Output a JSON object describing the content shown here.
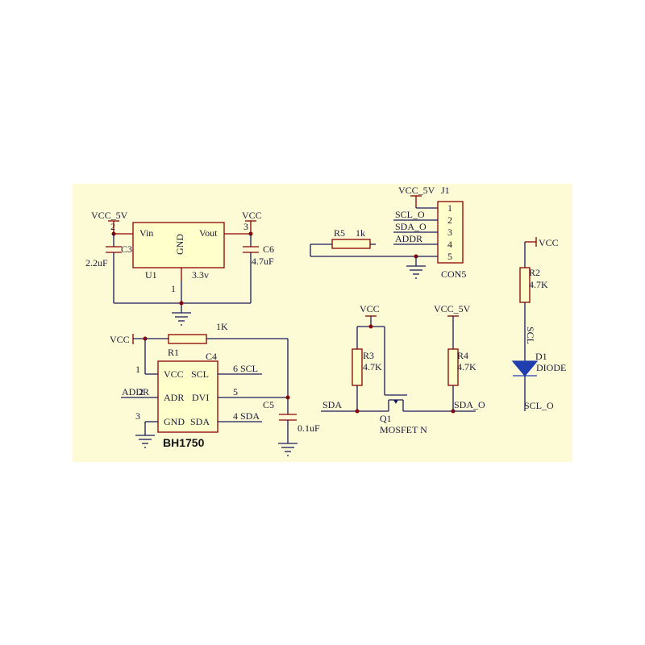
{
  "regulator": {
    "vin_net": "VCC_5V",
    "vin_pin": "2",
    "vout_net": "VCC",
    "vout_pin": "3",
    "pin_vin": "Vin",
    "pin_vout": "Vout",
    "pin_gnd": "GND",
    "gnd_pin": "1",
    "designator": "U1",
    "value": "3.3v",
    "c3_name": "C3",
    "c3_value": "2.2uF",
    "c6_name": "C6",
    "c6_value": "4.7uF"
  },
  "connector": {
    "net_vcc5": "VCC_5V",
    "designator": "J1",
    "name": "CON5",
    "pins": [
      "1",
      "2",
      "3",
      "4",
      "5"
    ],
    "nets": [
      "SCL_O",
      "SDA_O",
      "ADDR"
    ],
    "r5_name": "R5",
    "r5_value": "1k"
  },
  "sensor": {
    "vcc_net": "VCC",
    "r1_name": "R1",
    "r1_value": "1K",
    "c4_name": "C4",
    "pin_vcc": "VCC",
    "pin_scl": "SCL",
    "pin_adr": "ADR",
    "pin_dvi": "DVI",
    "pin_gnd": "GND",
    "pin_sda": "SDA",
    "num_1": "1",
    "num_2": "2",
    "num_3": "3",
    "num_4": "4",
    "num_5": "5",
    "num_6": "6",
    "net_scl": "SCL",
    "net_sda": "SDA",
    "net_addr": "ADDR",
    "c5_name": "C5",
    "c5_value": "0.1uF",
    "chip": "BH1750"
  },
  "level_shifter": {
    "vcc_net": "VCC",
    "vcc5_net": "VCC_5V",
    "r3_name": "R3",
    "r3_value": "4.7K",
    "r4_name": "R4",
    "r4_value": "4.7K",
    "sda_in": "SDA",
    "sda_out": "SDA_O",
    "q_name": "Q1",
    "q_type": "MOSFET N"
  },
  "scl_section": {
    "vcc_net": "VCC",
    "r2_name": "R2",
    "r2_value": "4.7K",
    "scl_label": "SCL",
    "d_name": "D1",
    "d_type": "DIODE",
    "scl_out": "SCL_O"
  },
  "colors": {
    "board_background": "#fdfbd6",
    "component_fill": "#ffffcc",
    "wire": "#1a1a5a",
    "pin": "#8b0000",
    "diode": "#1f3fb0"
  }
}
